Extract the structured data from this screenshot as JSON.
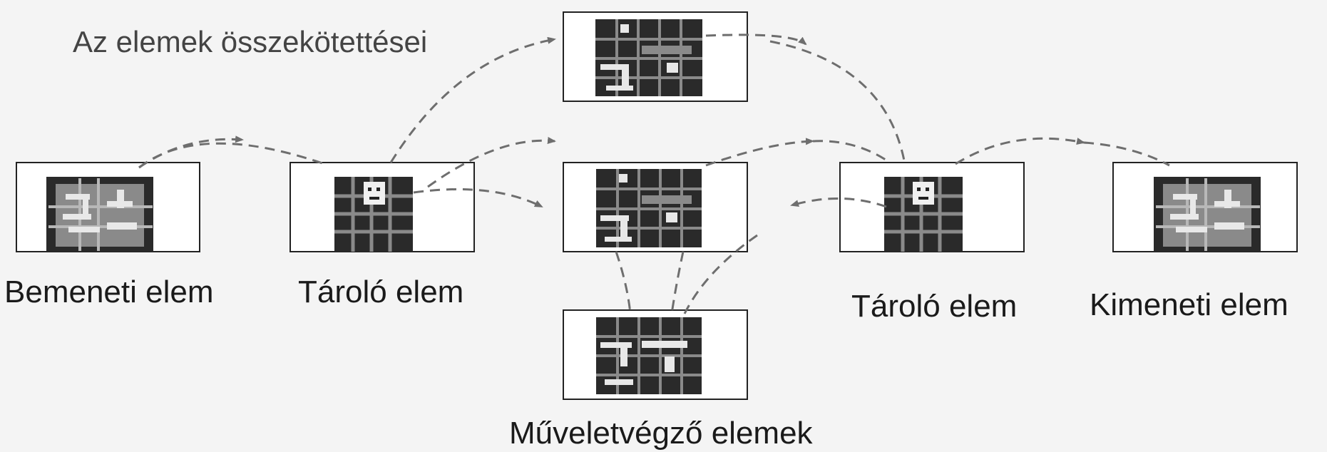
{
  "title": "Az elemek összekötettései",
  "labels": {
    "input_element": "Bemeneti elem",
    "storage_element_left": "Tároló elem",
    "storage_element_right": "Tároló elem",
    "output_element": "Kimeneti elem",
    "operation_elements": "Műveletvégző elemek"
  },
  "colors": {
    "background": "#f4f4f4",
    "box_border": "#222222",
    "panel_dark": "#2a2a2a",
    "panel_gray": "#8a8a8a",
    "grid_line": "#b8b8b8",
    "glyph_light": "#e8e8e8",
    "arrow": "#6e6e6e"
  }
}
